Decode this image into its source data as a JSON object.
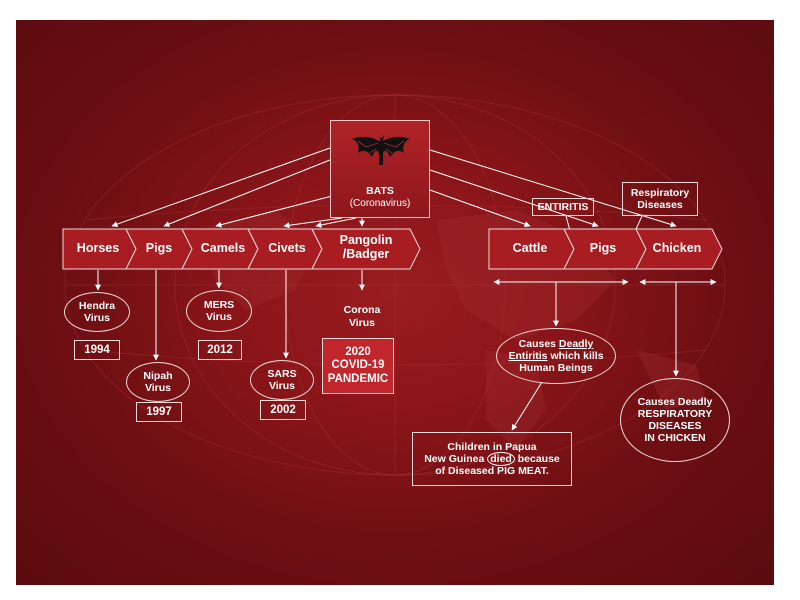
{
  "root": {
    "line1": "BATS",
    "line2": "(Coronavirus)"
  },
  "animals_left": [
    "Horses",
    "Pigs",
    "Camels",
    "Civets",
    "Pangolin /Badger"
  ],
  "animals_right": [
    "Cattle",
    "Pigs",
    "Chicken"
  ],
  "viruses": {
    "hendra": {
      "line1": "Hendra",
      "line2": "Virus",
      "year": "1994"
    },
    "nipah": {
      "line1": "Nipah",
      "line2": "Virus",
      "year": "1997"
    },
    "mers": {
      "line1": "MERS",
      "line2": "Virus",
      "year": "2012"
    },
    "sars": {
      "line1": "SARS",
      "line2": "Virus",
      "year": "2002"
    },
    "corona": {
      "line1": "Corona",
      "line2": "Virus",
      "pandemic": [
        "2020",
        "COVID-19",
        "PANDEMIC"
      ]
    }
  },
  "right_labels": {
    "entiritis": "ENTIRITIS",
    "respiratory": [
      "Respiratory",
      "Diseases"
    ]
  },
  "effects": {
    "enteritis": {
      "l1a": "Causes ",
      "l1b": "Deadly",
      "l2a": "Entiritis",
      "l2b": " which kills",
      "l3": "Human Beings"
    },
    "papua": {
      "l1": "Children in Papua",
      "l2a": "New Guinea ",
      "l2b": "died",
      "l2c": " because",
      "l3": "of Diseased PIG MEAT."
    },
    "respiratory": {
      "l1": "Causes Deadly",
      "l2": "RESPIRATORY",
      "l3": "DISEASES",
      "l4": "IN CHICKEN"
    }
  },
  "colors": {
    "background": "#8a1519",
    "chevron": "#a81d22",
    "outline": "#f1dada"
  }
}
